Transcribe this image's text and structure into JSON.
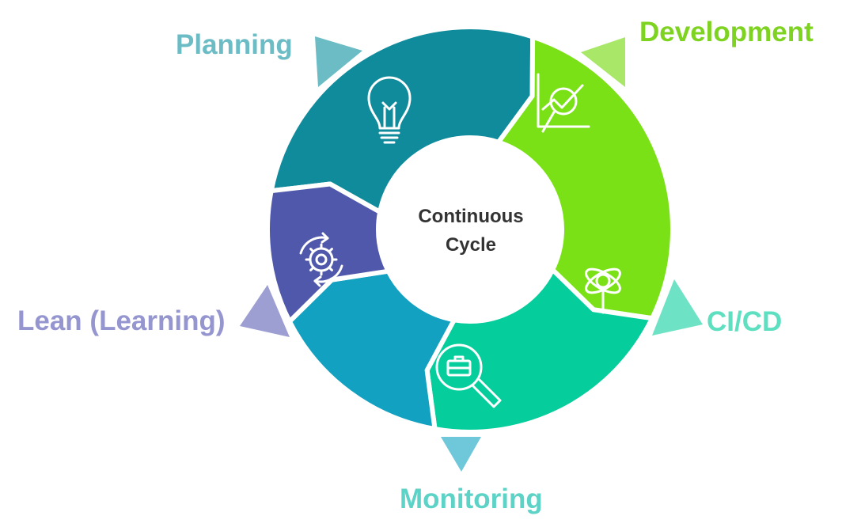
{
  "center": {
    "line1": "Continuous",
    "line2": "Cycle"
  },
  "stages": [
    {
      "label": "Planning",
      "icon": "lightbulb-icon",
      "segment_color": "#0f8b9c",
      "label_color": "#6cbcc6",
      "arrow_color": "#6cbcc6"
    },
    {
      "label": "Development",
      "icon": "chart-magnifier-icon",
      "segment_color": "#7be117",
      "label_color": "#7ed321",
      "arrow_color": "#a9e769"
    },
    {
      "label": "CI/CD",
      "icon": "atom-magnifier-icon",
      "segment_color": "#06cd9c",
      "label_color": "#5ee0c0",
      "arrow_color": "#6ee2c4"
    },
    {
      "label": "Monitoring",
      "icon": "briefcase-magnifier-icon",
      "segment_color": "#13a1c1",
      "label_color": "#5cd3c6",
      "arrow_color": "#6fc7da"
    },
    {
      "label": "Lean (Learning)",
      "icon": "gear-cycle-icon",
      "segment_color": "#5058ab",
      "label_color": "#9596cf",
      "arrow_color": "#9d9fd2"
    }
  ],
  "colors": {
    "background": "#ffffff",
    "hub": "#ffffff",
    "center_text": "#333333"
  }
}
